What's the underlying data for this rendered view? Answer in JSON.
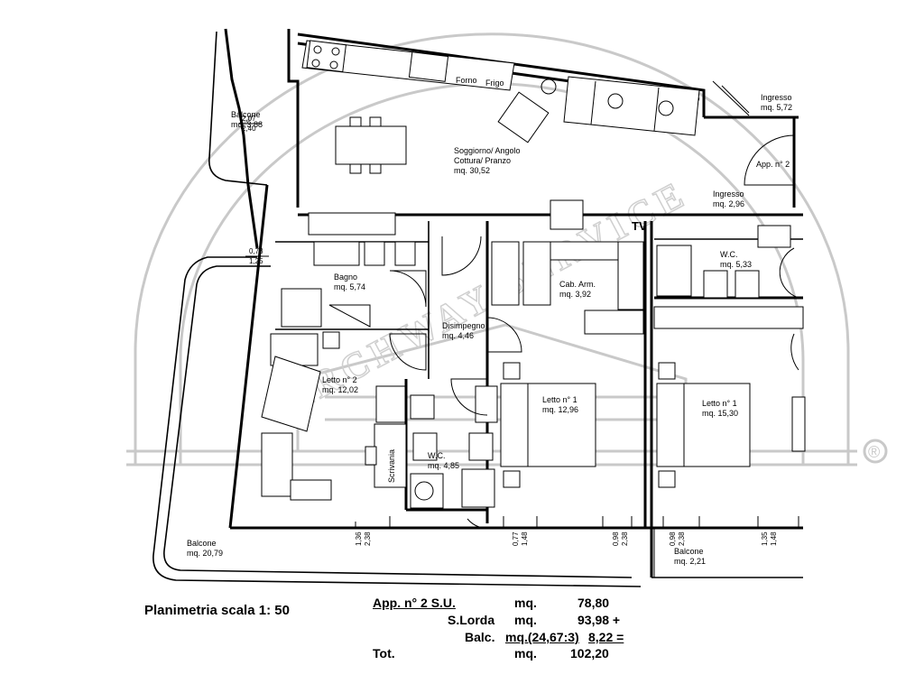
{
  "plan": {
    "tv_label": "TV",
    "rooms": [
      {
        "name": "Balcone",
        "area": "mq. 3,88",
        "id": "balcone-1"
      },
      {
        "name": "Ingresso",
        "area": "mq. 5,72",
        "id": "ingresso-1"
      },
      {
        "name": "Soggiorno/ Angolo",
        "name2": "Cottura/ Pranzo",
        "area": "mq. 30,52",
        "id": "soggiorno"
      },
      {
        "name": "App. n° 2",
        "area": "",
        "id": "app2"
      },
      {
        "name": "Ingresso",
        "area": "mq. 2,96",
        "id": "ingresso-2"
      },
      {
        "name": "W.C.",
        "area": "mq. 5,33",
        "id": "wc-1"
      },
      {
        "name": "Bagno",
        "area": "mq. 5,74",
        "id": "bagno"
      },
      {
        "name": "Cab. Arm.",
        "area": "mq. 3,92",
        "id": "cabina-armadio"
      },
      {
        "name": "Disimpegno",
        "area": "mq. 4,46",
        "id": "disimpegno"
      },
      {
        "name": "Letto n° 2",
        "area": "mq. 12,02",
        "id": "letto-2"
      },
      {
        "name": "Letto n° 1",
        "area": "mq. 12,96",
        "id": "letto-1a"
      },
      {
        "name": "Letto n° 1",
        "area": "mq. 15,30",
        "id": "letto-1b"
      },
      {
        "name": "W.C.",
        "area": "mq. 4,85",
        "id": "wc-2"
      },
      {
        "name": "Scrivania",
        "area": "",
        "id": "scrivania"
      },
      {
        "name": "Balcone",
        "area": "mq. 20,79",
        "id": "balcone-2"
      },
      {
        "name": "Balcone",
        "area": "mq. 2,21",
        "id": "balcone-3"
      }
    ],
    "appliances": {
      "forno": "Forno",
      "frigo": "Frigo"
    },
    "dimensions": {
      "d1": "2,07",
      "d2": "2,40",
      "d3": "0,73",
      "d4": "1,25",
      "d5": "1,36",
      "d6": "2,38",
      "d7": "0,77",
      "d8": "1,48",
      "d9": "0,98",
      "d10": "2,38",
      "d11": "0,98",
      "d12": "2,38",
      "d13": "1,35",
      "d14": "1,48"
    },
    "watermark": "ARCHWAY SERVICE",
    "watermark_mark": "®"
  },
  "summary": {
    "title": "Planimetria  scala 1: 50",
    "row1_label": "App. n° 2 S.U.",
    "row1_unit": "mq.",
    "row1_value": "78,80",
    "row2_label": "S.Lorda",
    "row2_unit": "mq.",
    "row2_value": "93,98 +",
    "row3_label": "Balc.",
    "row3_unit": "mq.(24,67:3)",
    "row3_value": "8,22 =",
    "row4_label": "Tot.",
    "row4_unit": "mq.",
    "row4_value": "102,20"
  }
}
